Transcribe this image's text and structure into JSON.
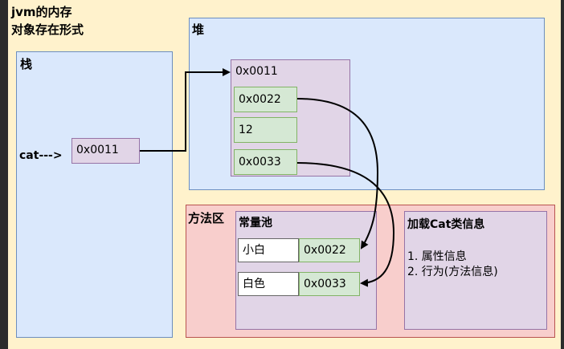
{
  "title_lines": [
    "jvm的内存",
    "对象存在形式"
  ],
  "stack": {
    "label": "栈",
    "var_label": "cat--->",
    "ref_value": "0x0011"
  },
  "heap": {
    "label": "堆",
    "object_address": "0x0011",
    "fields": [
      "0x0022",
      "12",
      "0x0033"
    ]
  },
  "method_area": {
    "label": "方法区",
    "constant_pool": {
      "label": "常量池",
      "entries": [
        {
          "value": "小白",
          "address": "0x0022"
        },
        {
          "value": "白色",
          "address": "0x0033"
        }
      ]
    },
    "class_info": {
      "title": "加载Cat类信息",
      "items": [
        "1. 属性信息",
        "2. 行为(方法信息)"
      ]
    }
  },
  "colors": {
    "canvas": "#fff2cc",
    "blue_fill": "#dae8fc",
    "red_fill": "#f8cecc",
    "purple_fill": "#e1d5e7",
    "green_fill": "#d5e8d4"
  }
}
